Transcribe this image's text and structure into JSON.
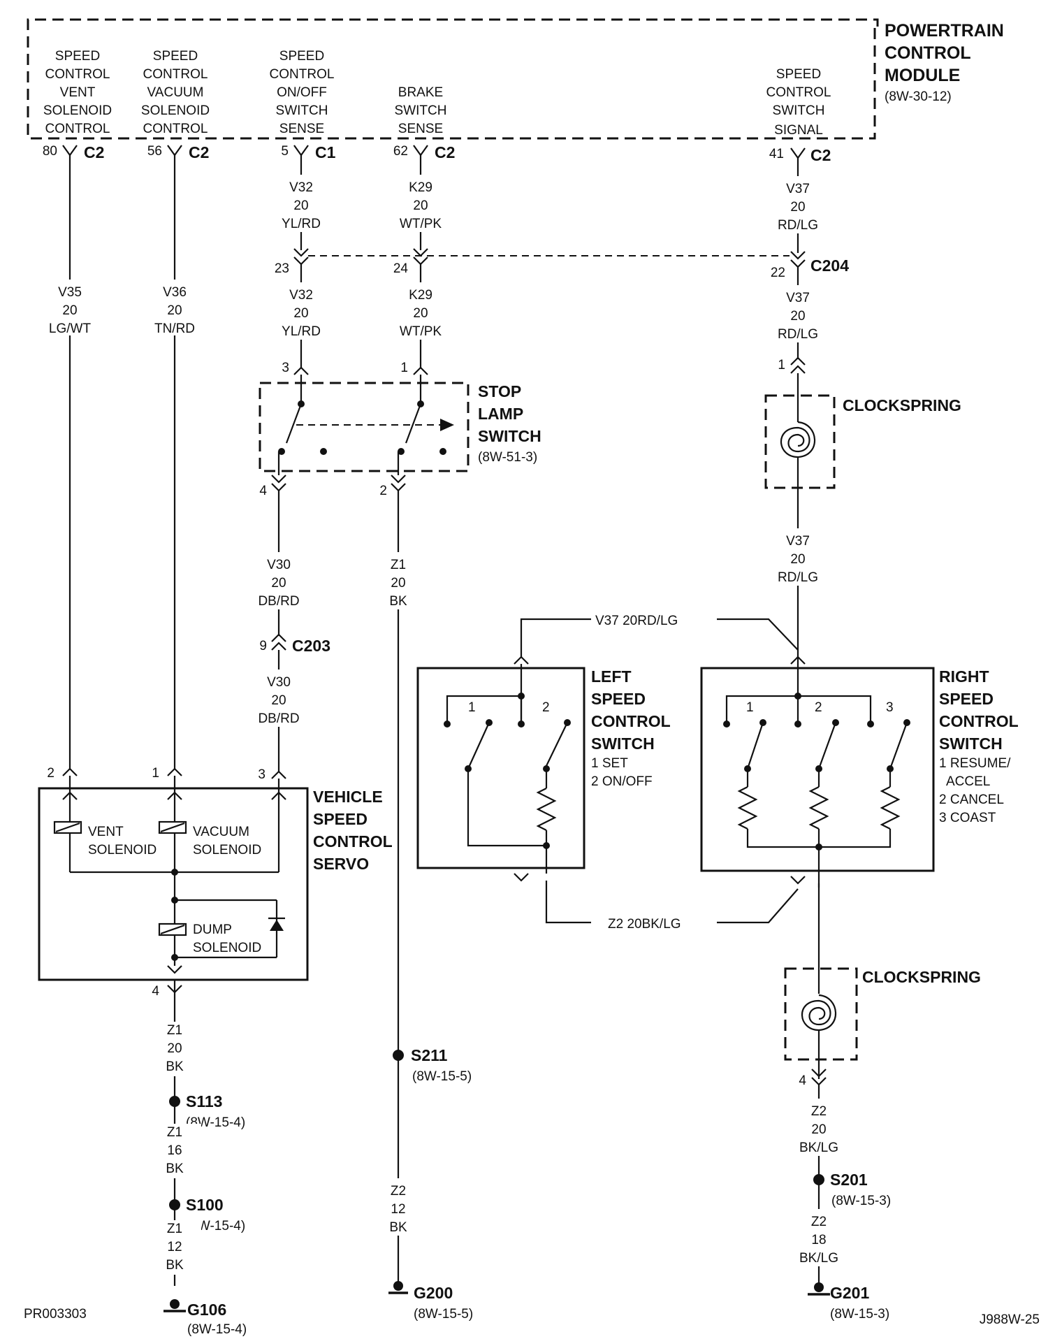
{
  "pcm": {
    "title": [
      "POWERTRAIN",
      "CONTROL",
      "MODULE"
    ],
    "ref": "(8W-30-12)",
    "pins": [
      {
        "desc": [
          "SPEED",
          "CONTROL",
          "VENT",
          "SOLENOID",
          "CONTROL"
        ],
        "pin": "80",
        "conn": "C2"
      },
      {
        "desc": [
          "SPEED",
          "CONTROL",
          "VACUUM",
          "SOLENOID",
          "CONTROL"
        ],
        "pin": "56",
        "conn": "C2"
      },
      {
        "desc": [
          "SPEED",
          "CONTROL",
          "ON/OFF",
          "SWITCH",
          "SENSE"
        ],
        "pin": "5",
        "conn": "C1"
      },
      {
        "desc": [
          "BRAKE",
          "SWITCH",
          "SENSE"
        ],
        "pin": "62",
        "conn": "C2"
      },
      {
        "desc": [
          "SPEED",
          "CONTROL",
          "SWITCH",
          "SIGNAL"
        ],
        "pin": "41",
        "conn": "C2"
      }
    ]
  },
  "wires": {
    "v35": [
      "V35",
      "20",
      "LG/WT"
    ],
    "v36": [
      "V36",
      "20",
      "TN/RD"
    ],
    "v32a": [
      "V32",
      "20",
      "YL/RD"
    ],
    "v32b": [
      "V32",
      "20",
      "YL/RD"
    ],
    "k29a": [
      "K29",
      "20",
      "WT/PK"
    ],
    "k29b": [
      "K29",
      "20",
      "WT/PK"
    ],
    "v37a": [
      "V37",
      "20",
      "RD/LG"
    ],
    "v37b": [
      "V37",
      "20",
      "RD/LG"
    ],
    "v37c": [
      "V37",
      "20",
      "RD/LG"
    ],
    "v30a": [
      "V30",
      "20",
      "DB/RD"
    ],
    "v30b": [
      "V30",
      "20",
      "DB/RD"
    ],
    "z1a": [
      "Z1",
      "20",
      "BK"
    ],
    "z1b": [
      "Z1",
      "20",
      "BK"
    ],
    "z1c": [
      "Z1",
      "16",
      "BK"
    ],
    "z1d": [
      "Z1",
      "12",
      "BK"
    ],
    "z2a": [
      "Z2",
      "12",
      "BK"
    ],
    "z2b": [
      "Z2",
      "20",
      "BK/LG"
    ],
    "z2c": [
      "Z2",
      "18",
      "BK/LG"
    ],
    "v37sw": "V37   20RD/LG",
    "z2sw": "Z2   20BK/LG"
  },
  "connectors": {
    "c204": {
      "name": "C204",
      "pins": [
        "23",
        "24",
        "22"
      ]
    },
    "c203": {
      "name": "C203",
      "pin": "9"
    },
    "pin_stop3": "3",
    "pin_stop1": "1",
    "pin_stop4": "4",
    "pin_stop2": "2",
    "pin_cs1": "1",
    "pin_cs4": "4",
    "servo_pins": [
      "2",
      "1",
      "3",
      "4"
    ]
  },
  "components": {
    "stop_lamp": {
      "name": [
        "STOP",
        "LAMP",
        "SWITCH"
      ],
      "ref": "(8W-51-3)"
    },
    "clockspring_top": "CLOCKSPRING",
    "clockspring_bottom": "CLOCKSPRING",
    "left_switch": {
      "name": [
        "LEFT",
        "SPEED",
        "CONTROL",
        "SWITCH"
      ],
      "legend": [
        "1 SET",
        "2 ON/OFF"
      ],
      "positions": [
        "1",
        "2"
      ]
    },
    "right_switch": {
      "name": [
        "RIGHT",
        "SPEED",
        "CONTROL",
        "SWITCH"
      ],
      "legend": [
        "1 RESUME/",
        "ACCEL",
        "2 CANCEL",
        "3 COAST"
      ],
      "positions": [
        "1",
        "2",
        "3"
      ]
    },
    "servo": {
      "name": [
        "VEHICLE",
        "SPEED",
        "CONTROL",
        "SERVO"
      ],
      "vent": [
        "VENT",
        "SOLENOID"
      ],
      "vacuum": [
        "VACUUM",
        "SOLENOID"
      ],
      "dump": [
        "DUMP",
        "SOLENOID"
      ]
    }
  },
  "splices": {
    "s113": {
      "name": "S113",
      "ref": "(8W-15-4)"
    },
    "s100": {
      "name": "S100",
      "ref": "(8W-15-4)"
    },
    "s211": {
      "name": "S211",
      "ref": "(8W-15-5)"
    },
    "s201": {
      "name": "S201",
      "ref": "(8W-15-3)"
    }
  },
  "grounds": {
    "g106": {
      "name": "G106",
      "ref": "(8W-15-4)"
    },
    "g200": {
      "name": "G200",
      "ref": "(8W-15-5)"
    },
    "g201": {
      "name": "G201",
      "ref": "(8W-15-3)"
    }
  },
  "footer": {
    "left": "PR003303",
    "right": "J988W-25"
  }
}
